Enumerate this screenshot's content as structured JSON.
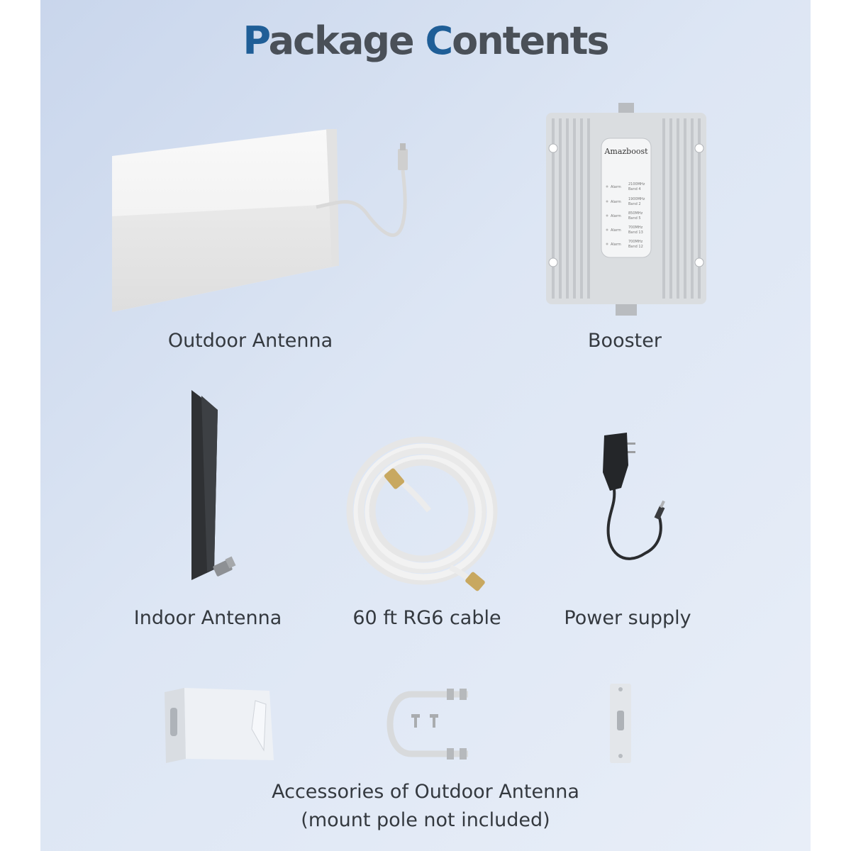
{
  "title": {
    "first_initial": "P",
    "first_rest": "ackage",
    "second_initial": "C",
    "second_rest": "ontents"
  },
  "colors": {
    "title_accent": "#1f5e97",
    "title_text": "#4a5058",
    "label_text": "#34393f",
    "panel_bg": "#dde6f4"
  },
  "items": [
    {
      "label": "Outdoor Antenna"
    },
    {
      "label": "Booster"
    },
    {
      "label": "Indoor Antenna"
    },
    {
      "label": "60 ft RG6 cable"
    },
    {
      "label": "Power supply"
    }
  ],
  "booster": {
    "brand": "Amazboost",
    "alarm_label": "Alarm",
    "bands": [
      {
        "freq": "2100MHz",
        "band": "Band 4"
      },
      {
        "freq": "1900MHz",
        "band": "Band 2"
      },
      {
        "freq": "850MHz",
        "band": "Band 5"
      },
      {
        "freq": "700MHz",
        "band": "Band 13"
      },
      {
        "freq": "700MHz",
        "band": "Band 12"
      }
    ]
  },
  "accessories": {
    "line1": "Accessories of Outdoor Antenna",
    "line2": "(mount pole not included)"
  }
}
